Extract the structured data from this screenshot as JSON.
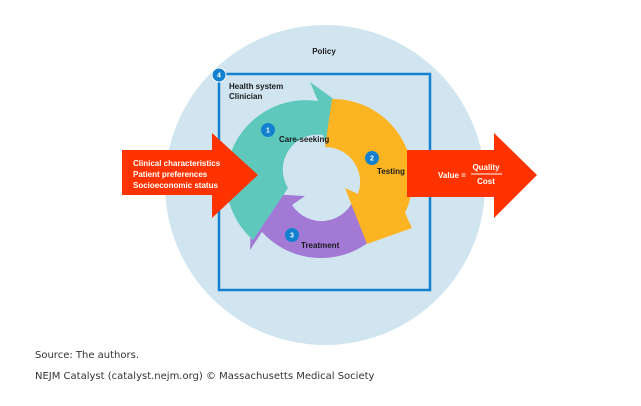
{
  "diagram": {
    "outer_label": "Policy",
    "box_label_lines": [
      "Health system",
      "Clinician"
    ],
    "box_number": "4",
    "inputs": [
      "Clinical characteristics",
      "Patient preferences",
      "Socioeconomic status"
    ],
    "cycle": [
      {
        "number": "1",
        "label": "Care-seeking",
        "color": "#5ec8bc"
      },
      {
        "number": "2",
        "label": "Testing",
        "color": "#fdb422"
      },
      {
        "number": "3",
        "label": "Treatment",
        "color": "#a379d6"
      }
    ],
    "output": {
      "prefix": "Value =",
      "numerator": "Quality",
      "denominator": "Cost"
    },
    "colors": {
      "policy_circle": "#d0e5f0",
      "box_border": "#1481d0",
      "badge": "#1481d0",
      "arrow_red": "#ff3300"
    }
  },
  "footer": {
    "source": "Source: The authors.",
    "credit": "NEJM Catalyst (catalyst.nejm.org) © Massachusetts Medical Society"
  }
}
